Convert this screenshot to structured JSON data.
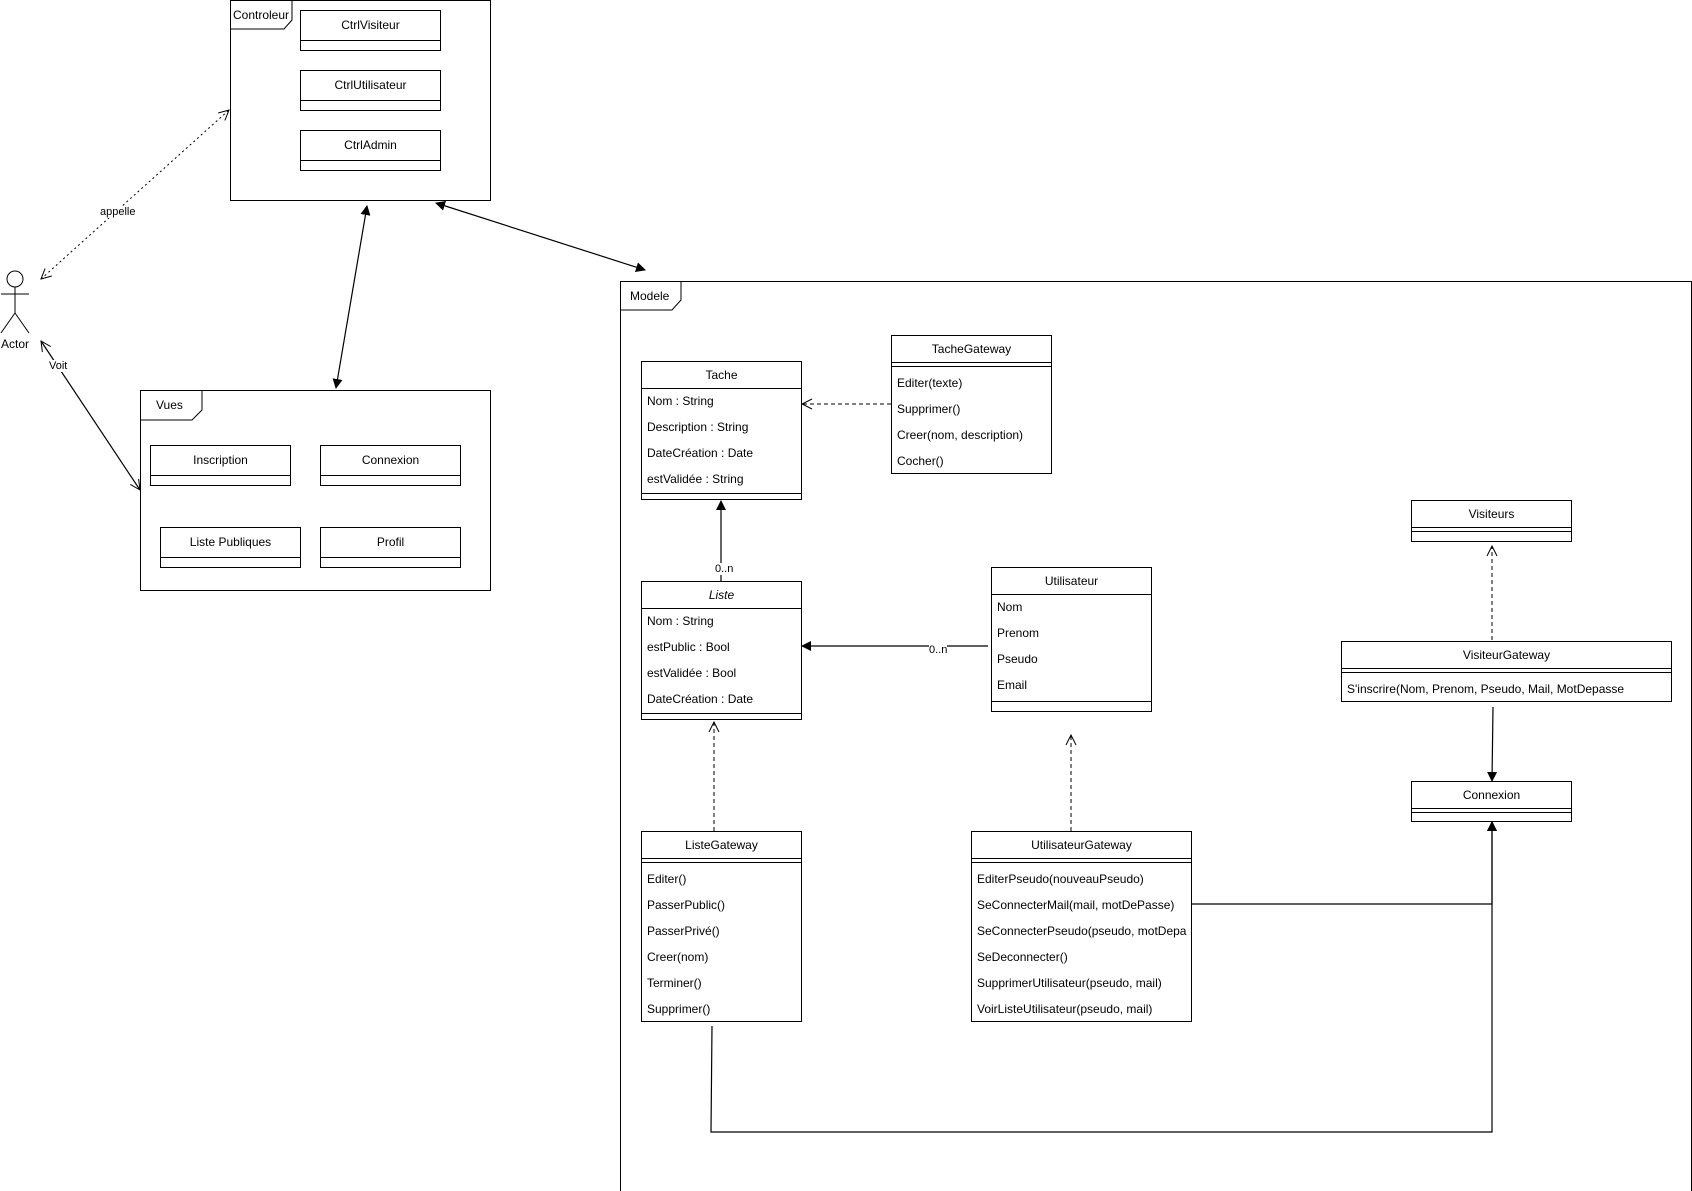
{
  "actor": {
    "label": "Actor"
  },
  "controleur": {
    "title": "Controleur",
    "classes": [
      "CtrlVisiteur",
      "CtrlUtilisateur",
      "CtrlAdmin"
    ]
  },
  "vues": {
    "title": "Vues",
    "items": [
      "Inscription",
      "Connexion",
      "Liste Publiques",
      "Profil"
    ]
  },
  "modele": {
    "title": "Modele"
  },
  "links": {
    "appelle": "appelle",
    "voit": "Voit",
    "mult_tache": "0..n",
    "mult_util": "0..n"
  },
  "tache": {
    "name": "Tache",
    "attributes": [
      "Nom : String",
      "Description :  String",
      "DateCréation : Date",
      "estValidée : String"
    ]
  },
  "tache_gateway": {
    "name": "TacheGateway",
    "methods": [
      "Editer(texte)",
      "Supprimer()",
      "Creer(nom, description)",
      "Cocher()"
    ]
  },
  "liste": {
    "name": "Liste",
    "attributes": [
      "Nom : String",
      "estPublic : Bool",
      "estValidée : Bool",
      "DateCréation : Date"
    ]
  },
  "utilisateur": {
    "name": "Utilisateur",
    "attributes": [
      "Nom",
      "Prenom",
      "Pseudo",
      "Email"
    ]
  },
  "liste_gateway": {
    "name": "ListeGateway",
    "methods": [
      "Editer()",
      "PasserPublic()",
      "PasserPrivé()",
      "Creer(nom)",
      "Terminer()",
      "Supprimer()"
    ]
  },
  "utilisateur_gateway": {
    "name": "UtilisateurGateway",
    "methods": [
      "EditerPseudo(nouveauPseudo)",
      "SeConnecterMail(mail, motDePasse)",
      "SeConnecterPseudo(pseudo, motDepa",
      "SeDeconnecter()",
      "SupprimerUtilisateur(pseudo, mail)",
      "VoirListeUtilisateur(pseudo, mail)"
    ]
  },
  "visiteurs": {
    "name": "Visiteurs"
  },
  "visiteur_gateway": {
    "name": "VisiteurGateway",
    "methods": [
      "S'inscrire(Nom, Prenom, Pseudo, Mail, MotDepasse"
    ]
  },
  "connexion": {
    "name": "Connexion"
  }
}
